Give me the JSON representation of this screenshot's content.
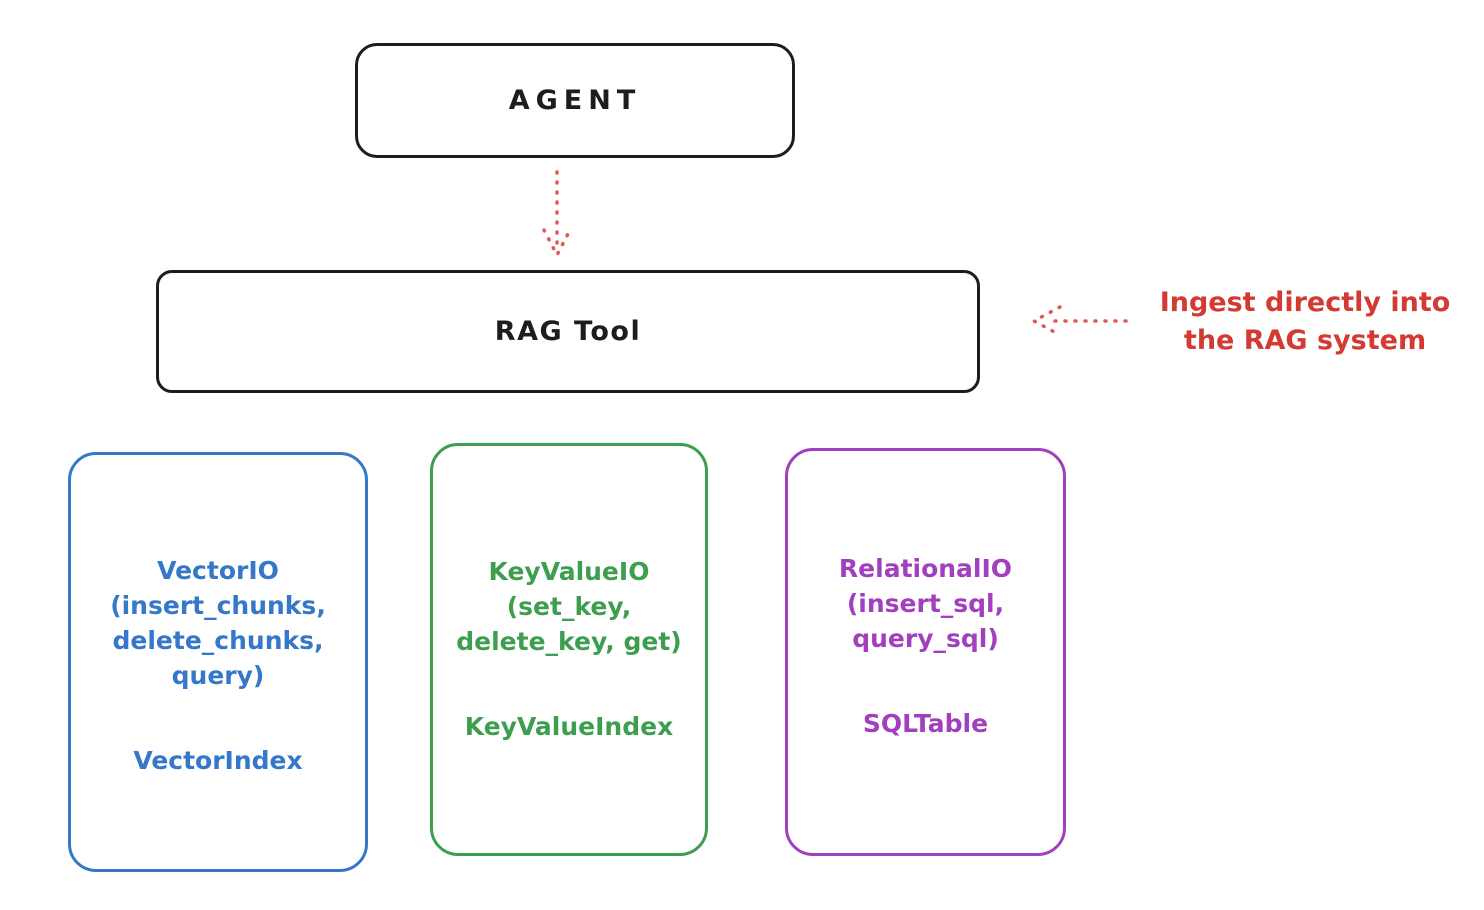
{
  "diagram": {
    "agent": {
      "label": "AGENT"
    },
    "rag_tool": {
      "label": "RAG Tool"
    },
    "annotation": {
      "line1": "Ingest directly into",
      "line2": "the RAG system",
      "color": "#d23a32"
    },
    "arrow_color": "#e05a55",
    "box_border_color": "#1d1d1d",
    "cards": [
      {
        "lines": [
          "VectorIO",
          "(insert_chunks,",
          "delete_chunks,",
          "query)"
        ],
        "index_label": "VectorIndex",
        "color": "#3577c8"
      },
      {
        "lines": [
          "KeyValueIO",
          "(set_key,",
          "delete_key, get)"
        ],
        "index_label": "KeyValueIndex",
        "color": "#3d9e4f"
      },
      {
        "lines": [
          "RelationalIO",
          "(insert_sql,",
          "query_sql)"
        ],
        "index_label": "SQLTable",
        "color": "#a13fbe"
      }
    ]
  }
}
